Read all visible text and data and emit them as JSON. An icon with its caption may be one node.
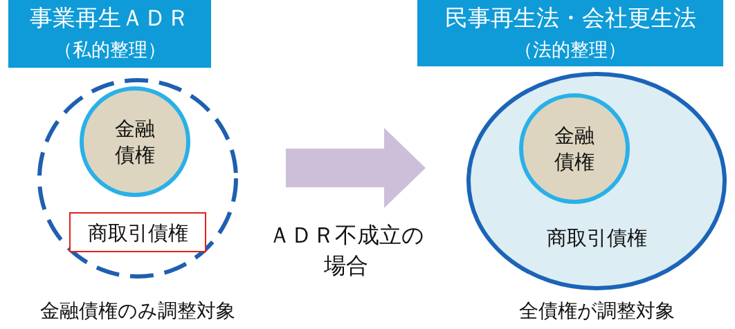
{
  "diagram": {
    "nodes": [
      {
        "text": [
          "事業再生ＡＤＲ",
          "（私的整理）"
        ]
      },
      {
        "text": [
          "民事再生法・会社更生法",
          "（法的整理）"
        ]
      },
      {
        "text": [],
        "shape": "circle",
        "beside": [
          "金融債権のみ調整対象"
        ]
      },
      {
        "text": [
          "金融債権"
        ],
        "in": 2
      },
      {
        "text": [
          "商取引債権"
        ],
        "in": 2
      },
      {
        "text": [
          "商取引債権"
        ],
        "beside": [
          "全債権が調整対象"
        ]
      },
      {
        "text": [
          "金融債権"
        ],
        "in": 5
      }
    ],
    "edges": [
      {
        "from": 2,
        "to": 5,
        "arrow": "to",
        "label": "ＡＤＲ不成立の場合"
      }
    ]
  }
}
